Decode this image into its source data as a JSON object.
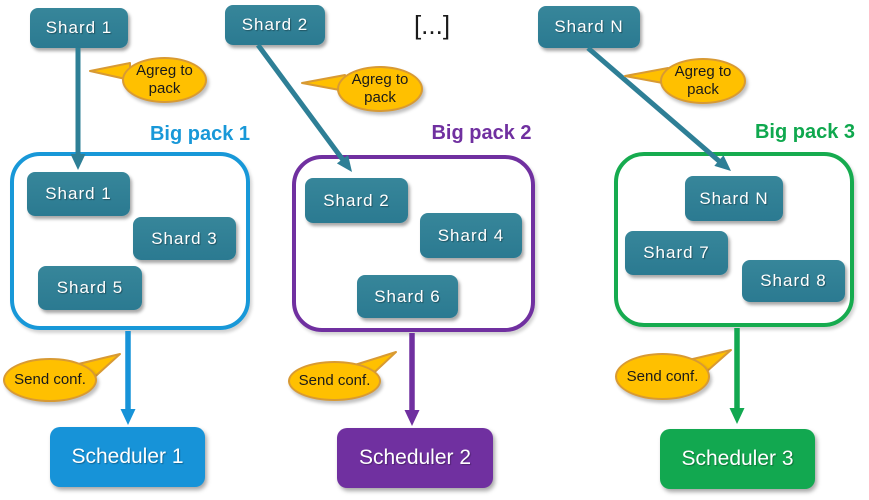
{
  "diagram": {
    "title_hint": "shards aggregated into big packs and sent to schedulers",
    "top_shards": [
      "Shard 1",
      "Shard 2",
      "Shard N"
    ],
    "ellipsis": "[...]",
    "agreg_callout": "Agreg to pack",
    "send_callout": "Send conf.",
    "packs": [
      {
        "label": "Big pack 1",
        "color": "#1898D8",
        "shards": [
          "Shard 1",
          "Shard 3",
          "Shard 5"
        ],
        "scheduler": "Scheduler 1"
      },
      {
        "label": "Big pack 2",
        "color": "#7030A0",
        "shards": [
          "Shard 2",
          "Shard 4",
          "Shard 6"
        ],
        "scheduler": "Scheduler 2"
      },
      {
        "label": "Big pack 3",
        "color": "#16AB4F",
        "shards": [
          "Shard N",
          "Shard 7",
          "Shard 8"
        ],
        "scheduler": "Scheduler 3"
      }
    ],
    "colors": {
      "shard_teal": "#2E7F96",
      "callout_orange": "#FFC000",
      "callout_border": "#D89A33",
      "pack1_blue": "#1898D8",
      "pack2_purple": "#7030A0",
      "pack3_green": "#16AB4F"
    }
  }
}
